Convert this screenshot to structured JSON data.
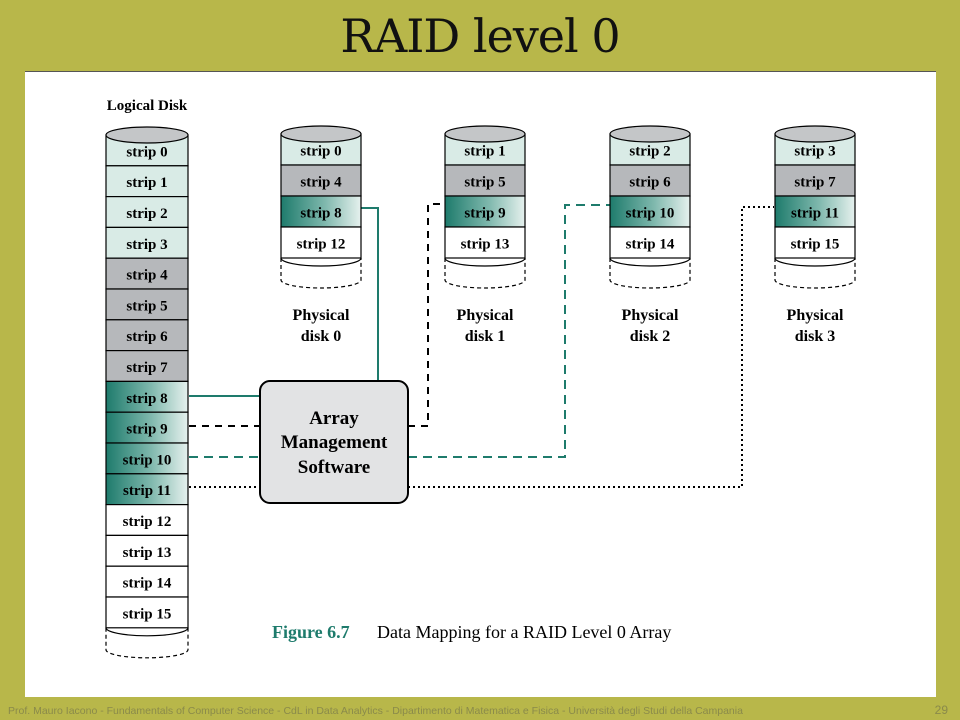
{
  "slide": {
    "title": "RAID level 0",
    "footer": "Prof. Mauro Iacono - Fundamentals of Computer  Science - CdL in Data Analytics - Dipartimento di Matematica e Fisica - Università degli Studi della Campania",
    "page_number": "29"
  },
  "colors": {
    "slide_background": "#b8b74a",
    "strip_light": "#d9ebe6",
    "strip_gray": "#b6b8bb",
    "strip_teal": "#1e7b6c",
    "strip_white": "#ffffff",
    "software_box": "#e2e3e4",
    "teal_line": "#1e7b6c"
  },
  "diagram": {
    "logical_disk_label": "Logical Disk",
    "logical_strips": [
      "strip 0",
      "strip 1",
      "strip 2",
      "strip 3",
      "strip 4",
      "strip 5",
      "strip 6",
      "strip 7",
      "strip 8",
      "strip 9",
      "strip 10",
      "strip 11",
      "strip 12",
      "strip 13",
      "strip 14",
      "strip 15"
    ],
    "physical_disks": [
      {
        "label_line1": "Physical",
        "label_line2": "disk 0",
        "strips": [
          "strip 0",
          "strip 4",
          "strip 8",
          "strip 12"
        ]
      },
      {
        "label_line1": "Physical",
        "label_line2": "disk 1",
        "strips": [
          "strip 1",
          "strip 5",
          "strip 9",
          "strip 13"
        ]
      },
      {
        "label_line1": "Physical",
        "label_line2": "disk 2",
        "strips": [
          "strip 2",
          "strip 6",
          "strip 10",
          "strip 14"
        ]
      },
      {
        "label_line1": "Physical",
        "label_line2": "disk 3",
        "strips": [
          "strip 3",
          "strip 7",
          "strip 11",
          "strip 15"
        ]
      }
    ],
    "software_box": {
      "line1": "Array",
      "line2": "Management",
      "line3": "Software"
    },
    "caption": {
      "figure_label": "Figure 6.7",
      "text": "Data Mapping for a RAID Level 0 Array"
    }
  }
}
